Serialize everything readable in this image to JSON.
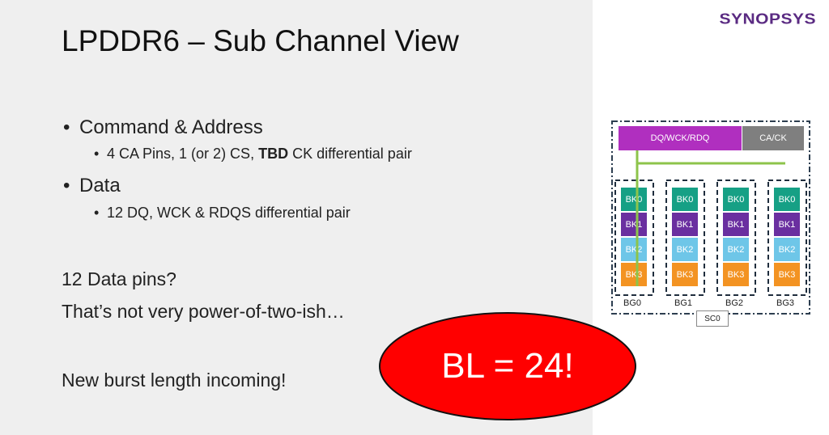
{
  "logo": "SYNOPSYS",
  "title": "LPDDR6 – Sub Channel View",
  "bullets": [
    {
      "text": "Command & Address"
    },
    {
      "pre": "4 CA Pins, 1 (or 2) CS, ",
      "bold": "TBD",
      "post": " CK differential pair"
    },
    {
      "text": "Data"
    },
    {
      "text": "12 DQ, WCK & RDQS differential pair"
    }
  ],
  "body_lines": [
    "12 Data pins?",
    "That’s not very power-of-two-ish…",
    "New burst length incoming!"
  ],
  "callout": {
    "text": "BL = 24!",
    "color": "#ff0000"
  },
  "diagram": {
    "dq_label": "DQ/WCK/RDQ",
    "ca_label": "CA/CK",
    "banks": [
      "BK0",
      "BK1",
      "BK2",
      "BK3"
    ],
    "bank_colors": [
      "#16a085",
      "#6a2fa0",
      "#6ec6e8",
      "#f39322"
    ],
    "groups": [
      "BG0",
      "BG1",
      "BG2",
      "BG3"
    ],
    "sc_label": "SC0",
    "bus_color": "#8dc44b"
  }
}
